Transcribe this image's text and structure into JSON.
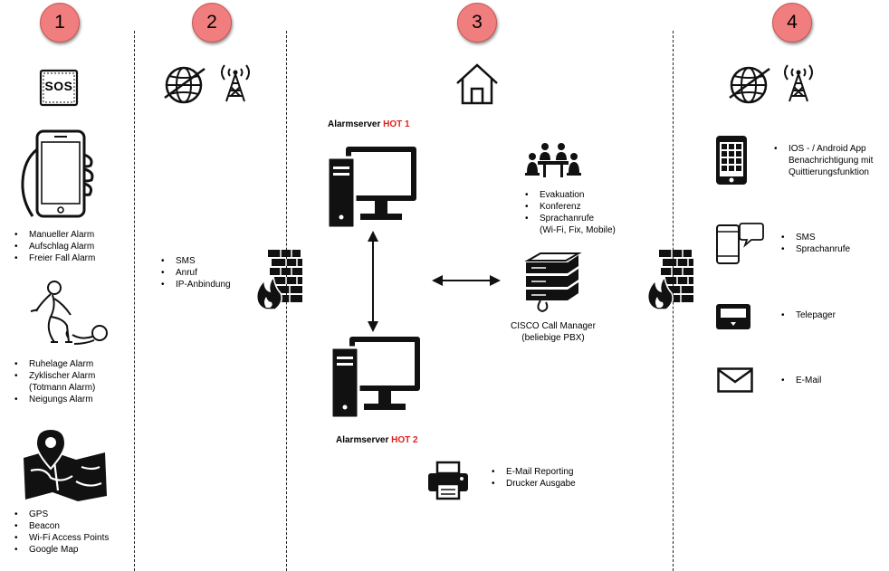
{
  "columns": [
    {
      "number": "1"
    },
    {
      "number": "2"
    },
    {
      "number": "3"
    },
    {
      "number": "4"
    }
  ],
  "col1": {
    "sos_text": "SOS",
    "alarm_list_1": [
      "Manueller Alarm",
      "Aufschlag Alarm",
      "Freier Fall Alarm"
    ],
    "alarm_list_2": [
      "Ruhelage Alarm",
      "Zyklischer Alarm",
      "Neigungs Alarm"
    ],
    "alarm_list_2_note": "(Totmann Alarm)",
    "location_list": [
      "GPS",
      "Beacon",
      "Wi-Fi Access Points",
      "Google Map"
    ]
  },
  "col2": {
    "channels": [
      "SMS",
      "Anruf",
      "IP-Anbindung"
    ]
  },
  "col3": {
    "server1_label": "Alarmserver ",
    "server1_hot": "HOT 1",
    "server2_label": "Alarmserver ",
    "server2_hot": "HOT 2",
    "conference_list": [
      "Evakuation",
      "Konferenz",
      "Sprachanrufe"
    ],
    "conference_note": "(Wi-Fi, Fix, Mobile)",
    "pbx_label": "CISCO Call Manager",
    "pbx_note": "(beliebige PBX)",
    "printer_list": [
      "E-Mail Reporting",
      "Drucker Ausgabe"
    ]
  },
  "col4": {
    "app_lines": [
      "IOS - / Android App",
      "Benachrichtigung mit",
      "Quittierungsfunktion"
    ],
    "phone_list": [
      "SMS",
      "Sprachanrufe"
    ],
    "pager_list": [
      "Telepager"
    ],
    "mail_list": [
      "E-Mail"
    ]
  },
  "colors": {
    "badge_fill": "#f07e7e",
    "hot_text": "#e0201c",
    "icon": "#111111"
  },
  "icons": [
    "sos-icon",
    "smartphone-icon",
    "fall-person-icon",
    "map-pin-icon",
    "globe-icon",
    "antenna-icon",
    "firewall-icon",
    "home-icon",
    "server-computer-icon",
    "meeting-icon",
    "pbx-server-icon",
    "printer-icon",
    "app-phone-icon",
    "sms-phone-icon",
    "pager-icon",
    "mail-icon"
  ]
}
